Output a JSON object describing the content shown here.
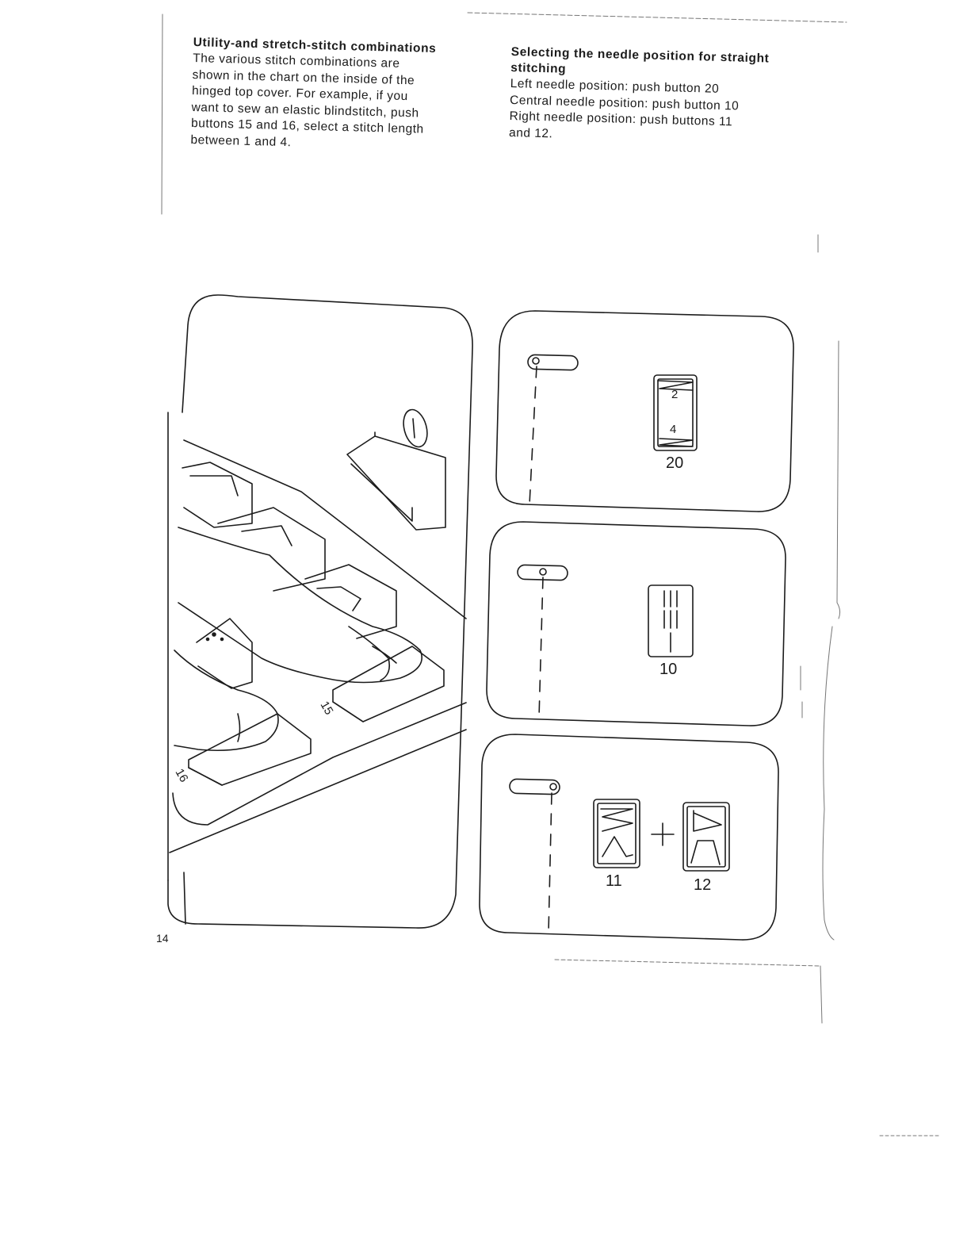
{
  "left_column": {
    "heading": "Utility-and stretch-stitch combinations",
    "lines": [
      "The various stitch combinations are",
      "shown in the chart on the inside of the",
      "hinged top cover. For example, if you",
      "want to sew an elastic blindstitch, push",
      "buttons 15 and 16, select a stitch length",
      "between 1 and 4."
    ]
  },
  "right_column": {
    "heading_lines": [
      "Selecting the needle position for straight",
      "stitching"
    ],
    "lines": [
      "Left needle position: push button 20",
      "Central needle position: push button 10",
      "Right needle position: push buttons 11",
      "and 12."
    ]
  },
  "figure_left": {
    "key_labels": [
      "15",
      "16"
    ]
  },
  "figure_right": {
    "panels": [
      {
        "button_label": "20",
        "stitch_digits": [
          "2",
          "4"
        ]
      },
      {
        "button_label": "10"
      },
      {
        "button_labels": [
          "11",
          "12"
        ],
        "plus": "+"
      }
    ]
  },
  "page_number": "14"
}
